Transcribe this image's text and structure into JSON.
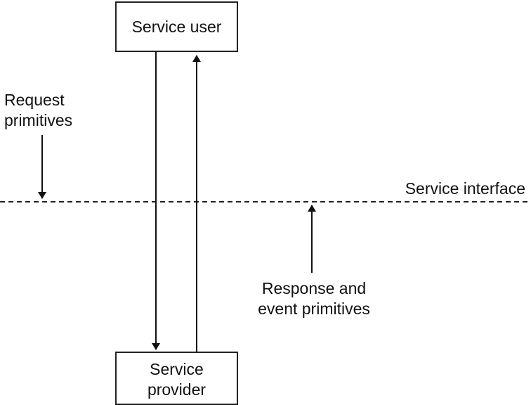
{
  "boxes": {
    "service_user": "Service user",
    "service_provider_line1": "Service",
    "service_provider_line2": "provider"
  },
  "labels": {
    "request_line1": "Request",
    "request_line2": "primitives",
    "service_interface": "Service interface",
    "response_line1": "Response and",
    "response_line2": "event primitives"
  }
}
